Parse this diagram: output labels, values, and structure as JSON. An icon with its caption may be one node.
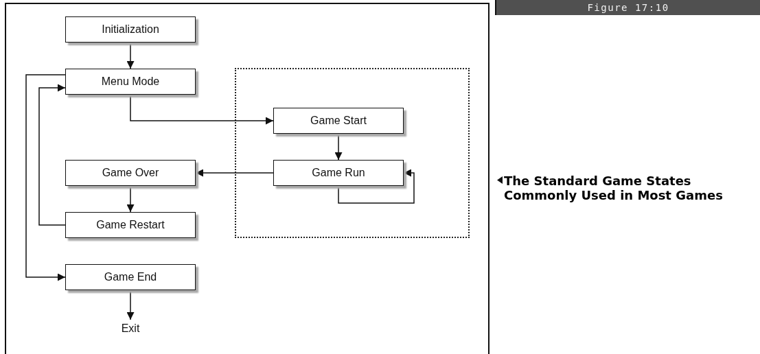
{
  "diagram": {
    "title": "Figure 17:10",
    "caption": "The Standard Game States Commonly Used in Most Games",
    "nodes": [
      {
        "text": [
          "Initialization"
        ]
      },
      {
        "text": [
          "Menu Mode"
        ]
      },
      {
        "text": [],
        "shape": "box"
      },
      {
        "text": [
          "Game Start"
        ],
        "in": 2
      },
      {
        "text": [
          "Game Run"
        ],
        "in": 2
      },
      {
        "text": [
          "Game Over"
        ]
      },
      {
        "text": [
          "Game Restart"
        ]
      },
      {
        "text": [
          "Game End"
        ]
      },
      {
        "text": [
          "Exit"
        ]
      }
    ],
    "edges": [
      {
        "from": 0,
        "to": 1,
        "arrow": "to"
      },
      {
        "from": 1,
        "to": 3,
        "arrow": "to"
      },
      {
        "from": 3,
        "to": 4,
        "arrow": "to"
      },
      {
        "from": 4,
        "to": 5,
        "arrow": "to"
      },
      {
        "from": 4,
        "to": 4,
        "arrow": "to"
      },
      {
        "from": 5,
        "to": 6,
        "arrow": "to"
      },
      {
        "from": 6,
        "to": 1,
        "arrow": "to"
      },
      {
        "from": 1,
        "to": 7,
        "arrow": "to"
      },
      {
        "from": 7,
        "to": 8,
        "arrow": "to"
      }
    ]
  }
}
